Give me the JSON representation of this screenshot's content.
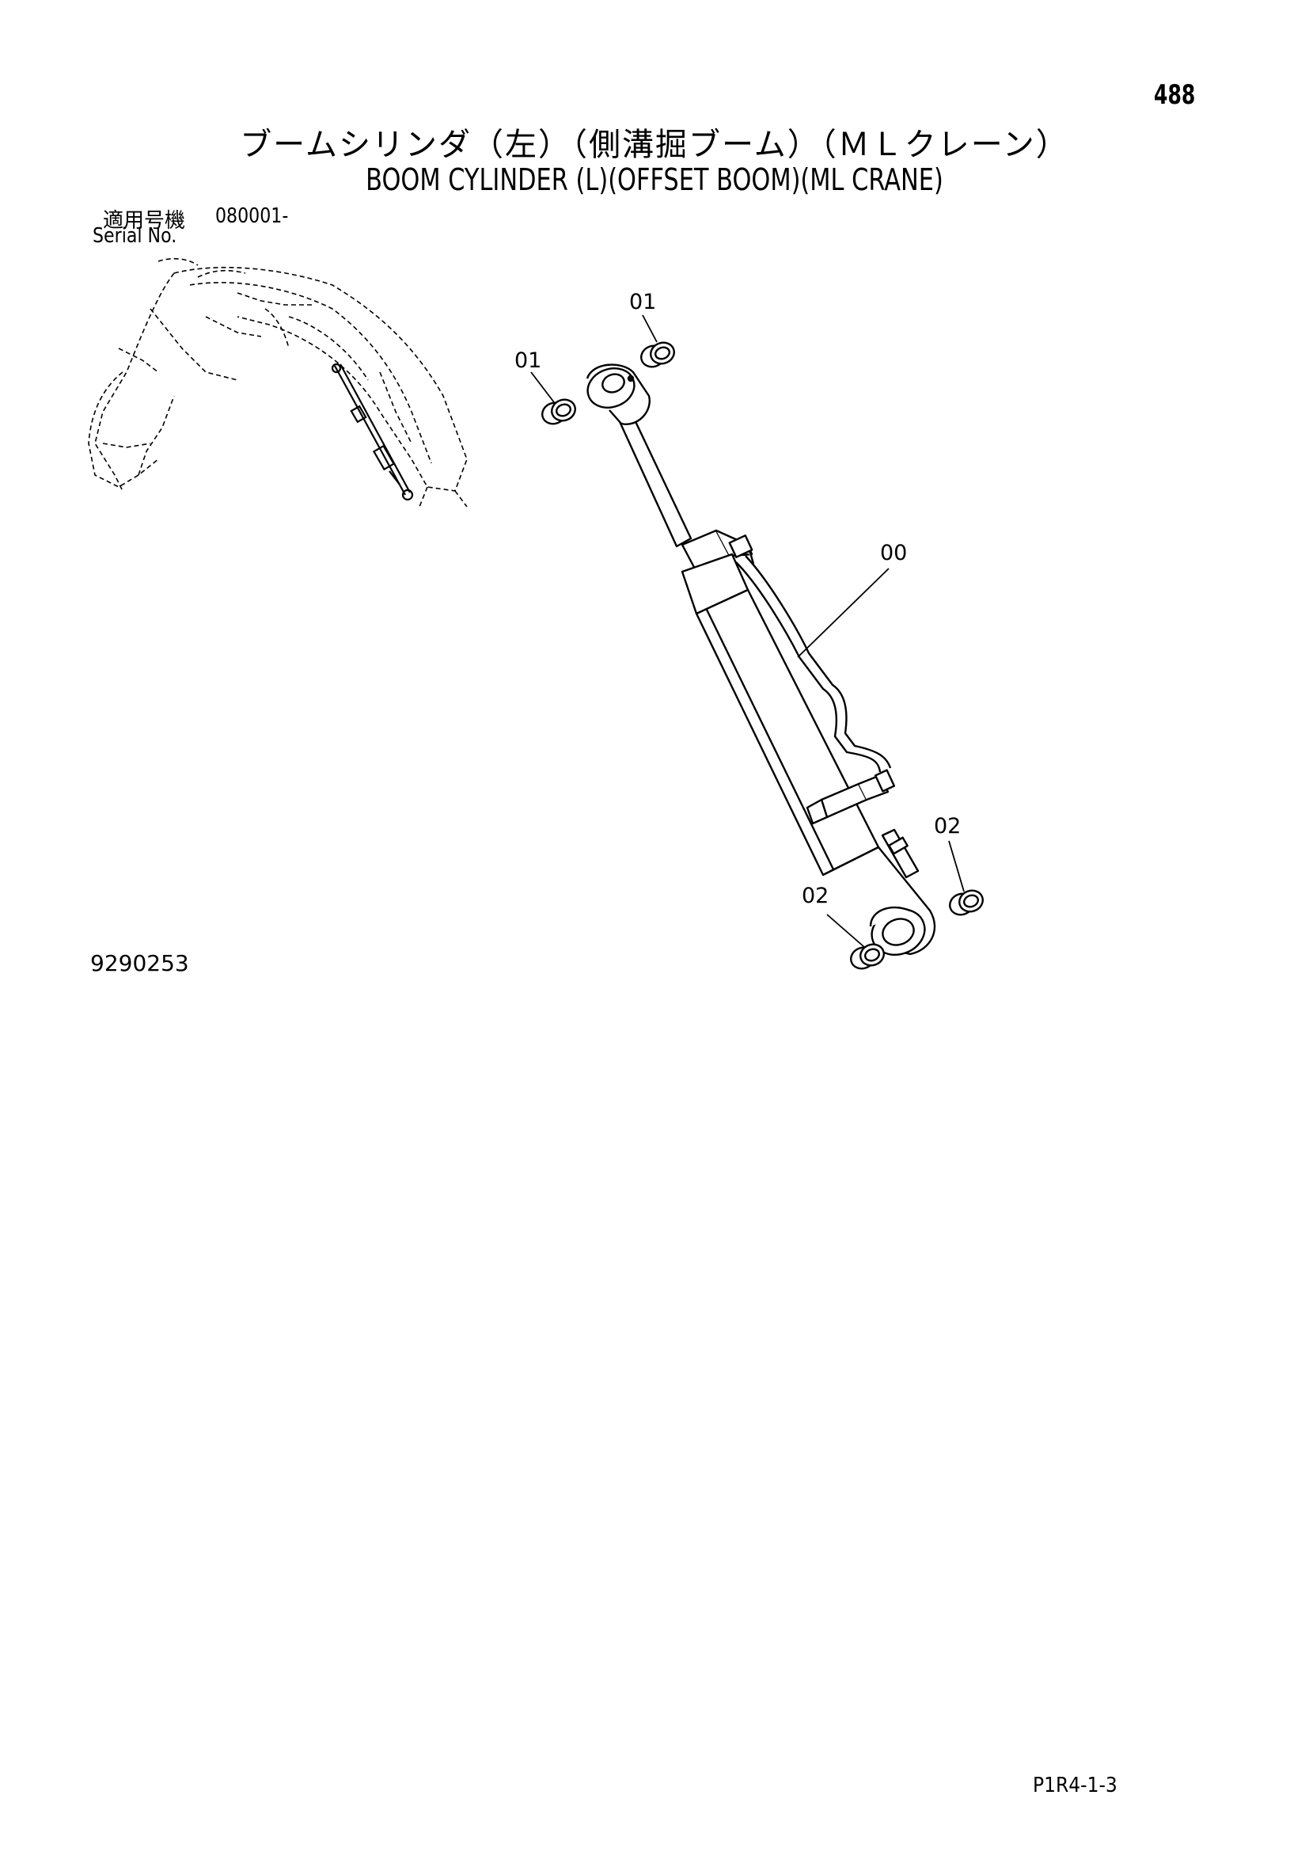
{
  "page": {
    "number": "488",
    "code": "P1R4-1-3"
  },
  "title": {
    "japanese": "ブームシリンダ（左）（側溝掘ブーム）（ＭＬクレーン）",
    "english": "BOOM CYLINDER (L)(OFFSET BOOM)(ML CRANE)"
  },
  "serial": {
    "label_jp": "適用号機",
    "value": "080001-",
    "label_en": "Serial No."
  },
  "figure": {
    "number": "9290253",
    "callouts": {
      "c01a": "01",
      "c01b": "01",
      "c00": "00",
      "c02a": "02",
      "c02b": "02"
    }
  }
}
